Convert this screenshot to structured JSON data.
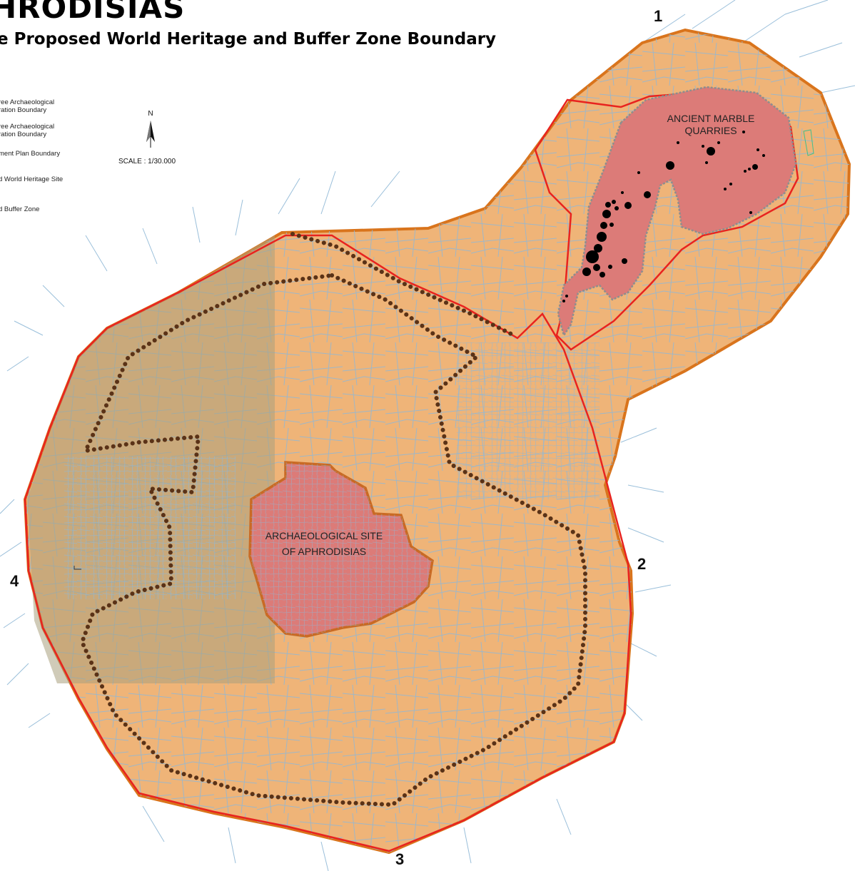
{
  "title": "HRODISIAS",
  "subtitle": "e Proposed World Heritage and Buffer Zone Boundary",
  "legend": {
    "items": [
      {
        "label_line1": "ree Archaeological",
        "label_line2": "ration Boundary"
      },
      {
        "label_line1": "ree Archaeological",
        "label_line2": "ration Boundary"
      },
      {
        "label_line1": "ment Plan Boundary",
        "label_line2": ""
      },
      {
        "label_line1": "d World Heritage Site",
        "label_line2": ""
      },
      {
        "label_line1": "d Buffer Zone",
        "label_line2": ""
      }
    ]
  },
  "north_arrow": {
    "letter": "N"
  },
  "scale": {
    "text": "SCALE : 1/30.000"
  },
  "corner_markers": [
    "1",
    "2",
    "3",
    "4"
  ],
  "sites": {
    "archaeological": {
      "line1": "ARCHAEOLOGICAL SITE",
      "line2": "OF APHRODISIAS"
    },
    "quarries": {
      "line1": "ANCIENT MARBLE",
      "line2": "QUARRIES"
    }
  },
  "colors": {
    "buffer_zone_fill": "#efb478",
    "buffer_zone_stroke": "#d9741c",
    "heritage_site_fill": "#dc7b78",
    "heritage_site_stroke": "#c96a24",
    "first_degree_boundary": "#e8231f",
    "conservation_plan_boundary": "#5a3217",
    "roads": "#8fb8d6",
    "dark_overlay": "#a9a07e"
  }
}
